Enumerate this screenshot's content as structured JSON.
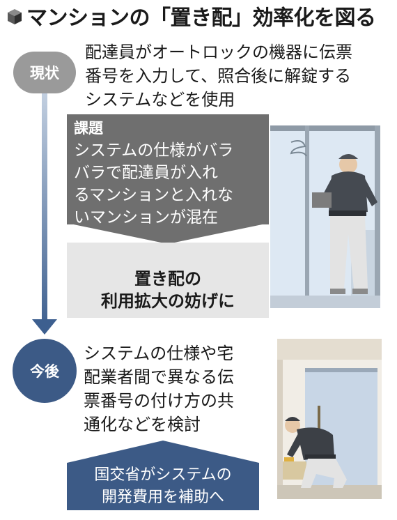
{
  "title": "マンションの「置き配」効率化を図る",
  "stages": {
    "current": {
      "label": "現状",
      "lines": [
        "配達員がオートロックの機器に伝票",
        "番号を入力して、照合後に解錠する",
        "システムなどを使用"
      ]
    },
    "issue": {
      "heading": "課題",
      "lines": [
        "システムの仕様がバラ",
        "バラで配達員が入れ",
        "るマンションと入れな",
        "いマンションが混在"
      ]
    },
    "obstacle": {
      "lines": [
        "置き配の",
        "利用拡大の妨げに"
      ]
    },
    "future": {
      "label": "今後",
      "lines": [
        "システムの仕様や宅",
        "配業者間で異なる伝",
        "票番号の付け方の共",
        "通化などを検討"
      ]
    },
    "support": {
      "lines": [
        "国交省がシステムの",
        "開発費用を補助へ"
      ]
    }
  },
  "colors": {
    "future_blue": "#3c5a86",
    "current_gray": "#9a9a9a",
    "issue_gray": "#6f6f6f",
    "obstacle_gray": "#e6e6e6"
  },
  "icons": {
    "title": "cube-icon",
    "illustration_top": "courier-standing-at-glass-door",
    "illustration_bottom": "courier-placing-package-at-door"
  }
}
